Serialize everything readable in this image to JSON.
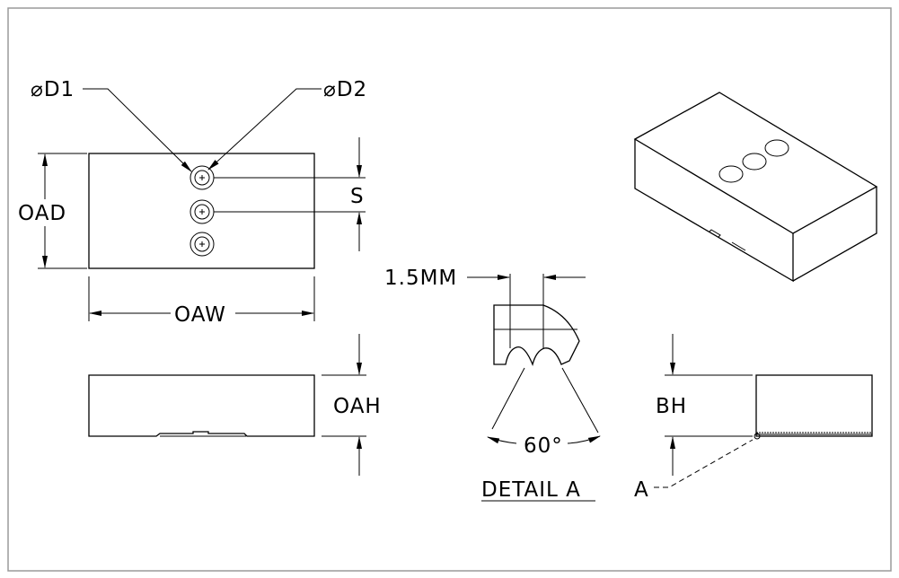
{
  "labels": {
    "d1": "⌀D1",
    "d2": "⌀D2",
    "oad": "OAD",
    "s": "S",
    "oaw": "OAW",
    "oah": "OAH",
    "spacing": "1.5MM",
    "angle": "60°",
    "detail": "DETAIL A",
    "bh": "BH",
    "callout": "A"
  },
  "colors": {
    "line": "#000000",
    "frame": "#9a9a9a",
    "background": "#ffffff"
  }
}
